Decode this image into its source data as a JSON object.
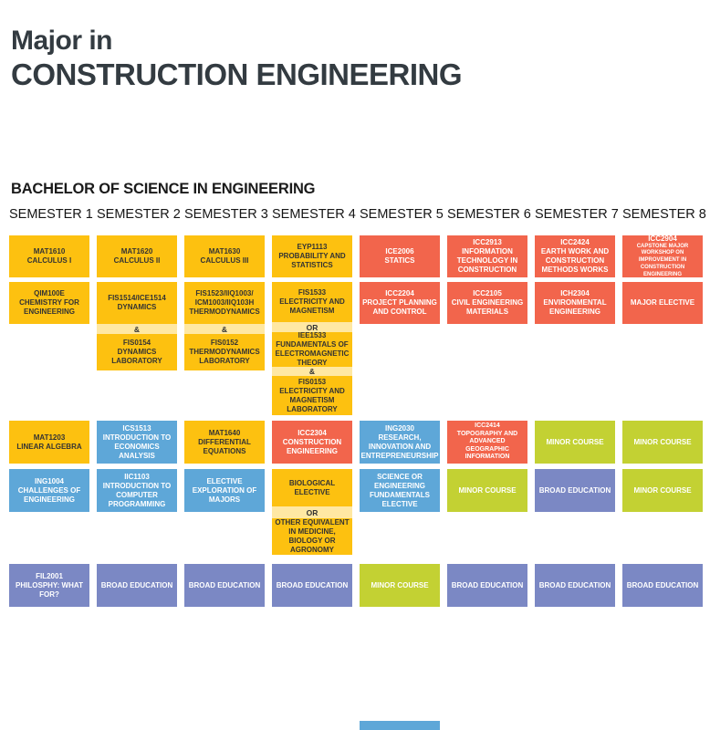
{
  "header": {
    "title_line1": "Major in",
    "title_line2": "CONSTRUCTION ENGINEERING",
    "subtitle": "BACHELOR OF SCIENCE IN ENGINEERING"
  },
  "separators": {
    "and": "&",
    "or": "OR"
  },
  "colors": {
    "yellow": "#FDC110",
    "orange": "#F2654C",
    "blue": "#5EA7D8",
    "green": "#C3D133",
    "purple": "#7B88C4",
    "separator_strip": "#FFE8A3",
    "title_text": "#333B41",
    "dark_card_text": "#333333",
    "light_card_text": "#FFFFFF"
  },
  "semesters": [
    {
      "label": "SEMESTER 1",
      "cards": [
        {
          "code": "MAT1610",
          "name": "CALCULUS I",
          "color": "yellow"
        },
        {
          "code": "QIM100E",
          "name": "CHEMISTRY FOR ENGINEERING",
          "color": "yellow"
        },
        {
          "code": "MAT1203",
          "name": "LINEAR ALGEBRA",
          "color": "yellow"
        },
        {
          "code": "ING1004",
          "name": "CHALLENGES OF ENGINEERING",
          "color": "blue"
        },
        {
          "code": "FIL2001",
          "name": "PHILOSPHY: WHAT FOR?",
          "color": "purple"
        }
      ]
    },
    {
      "label": "SEMESTER 2",
      "cards": [
        {
          "code": "MAT1620",
          "name": "CALCULUS II",
          "color": "yellow"
        },
        {
          "code": "FIS1514/ICE1514",
          "name": "DYNAMICS",
          "color": "yellow"
        },
        {
          "code": "FIS0154",
          "name": "DYNAMICS LABORATORY",
          "color": "yellow"
        },
        {
          "code": "ICS1513",
          "name": "INTRODUCTION TO ECONOMICS ANALYSIS",
          "color": "blue"
        },
        {
          "code": "IIC1103",
          "name": "INTRODUCTION TO COMPUTER PROGRAMMING",
          "color": "blue"
        },
        {
          "name": "BROAD EDUCATION",
          "color": "purple"
        }
      ]
    },
    {
      "label": "SEMESTER 3",
      "cards": [
        {
          "code": "MAT1630",
          "name": "CALCULUS III",
          "color": "yellow"
        },
        {
          "code": "FIS1523/IIQ1003/ ICM1003/IIQ103H",
          "name": "THERMODYNAMICS",
          "color": "yellow"
        },
        {
          "code": "FIS0152",
          "name": "THERMODYNAMICS LABORATORY",
          "color": "yellow"
        },
        {
          "code": "MAT1640",
          "name": "DIFFERENTIAL EQUATIONS",
          "color": "yellow"
        },
        {
          "name": "ELECTIVE EXPLORATION OF MAJORS",
          "color": "blue"
        },
        {
          "name": "BROAD EDUCATION",
          "color": "purple"
        }
      ]
    },
    {
      "label": "SEMESTER 4",
      "cards": [
        {
          "code": "EYP1113",
          "name": "PROBABILITY AND STATISTICS",
          "color": "yellow"
        },
        {
          "code": "FIS1533",
          "name": "ELECTRICITY AND MAGNETISM",
          "color": "yellow"
        },
        {
          "code": "IEE1533",
          "name": "FUNDAMENTALS OF ELECTROMAGNETIC THEORY",
          "color": "yellow"
        },
        {
          "code": "FIS0153",
          "name": "ELECTRICITY AND MAGNETISM LABORATORY",
          "color": "yellow"
        },
        {
          "code": "ICC2304",
          "name": "CONSTRUCTION ENGINEERING",
          "color": "orange"
        },
        {
          "name": "BIOLOGICAL ELECTIVE",
          "color": "yellow"
        },
        {
          "name": "OTHER EQUIVALENT IN MEDICINE, BIOLOGY OR AGRONOMY",
          "color": "yellow"
        },
        {
          "name": "BROAD EDUCATION",
          "color": "purple"
        }
      ]
    },
    {
      "label": "SEMESTER 5",
      "cards": [
        {
          "code": "ICE2006",
          "name": "STATICS",
          "color": "orange"
        },
        {
          "code": "ICC2204",
          "name": "PROJECT PLANNING AND CONTROL",
          "color": "orange"
        },
        {
          "code": "ING2030",
          "name": "RESEARCH, INNOVATION AND ENTREPRENEURSHIP",
          "color": "blue"
        },
        {
          "name": "SCIENCE OR ENGINEERING FUNDAMENTALS ELECTIVE",
          "color": "blue"
        },
        {
          "name": "MINOR COURSE",
          "color": "green"
        },
        {
          "name": "",
          "color": "blue",
          "partial": true
        }
      ]
    },
    {
      "label": "SEMESTER 6",
      "cards": [
        {
          "code": "ICC2913",
          "name": "INFORMATION TECHNOLOGY IN CONSTRUCTION",
          "color": "orange"
        },
        {
          "code": "ICC2105",
          "name": "CIVIL ENGINEERING MATERIALS",
          "color": "orange"
        },
        {
          "code": "ICC2414",
          "name": "TOPOGRAPHY AND ADVANCED GEOGRAPHIC INFORMATION",
          "color": "orange"
        },
        {
          "name": "MINOR COURSE",
          "color": "green"
        },
        {
          "name": "BROAD EDUCATION",
          "color": "purple"
        }
      ]
    },
    {
      "label": "SEMESTER 7",
      "cards": [
        {
          "code": "ICC2424",
          "name": "EARTH WORK AND CONSTRUCTION METHODS WORKS",
          "color": "orange"
        },
        {
          "code": "ICH2304",
          "name": "ENVIRONMENTAL ENGINEERING",
          "color": "orange"
        },
        {
          "name": "MINOR COURSE",
          "color": "green"
        },
        {
          "name": "BROAD EDUCATION",
          "color": "purple"
        },
        {
          "name": "BROAD EDUCATION",
          "color": "purple"
        }
      ]
    },
    {
      "label": "SEMESTER 8",
      "cards": [
        {
          "code": "ICC2904",
          "name": "CAPSTONE MAJOR WORKSHOP ON IMPROVEMENT IN CONSTRUCTION ENGINEERING",
          "color": "orange"
        },
        {
          "name": "MAJOR ELECTIVE",
          "color": "orange"
        },
        {
          "name": "MINOR COURSE",
          "color": "green"
        },
        {
          "name": "MINOR COURSE",
          "color": "green"
        },
        {
          "name": "BROAD EDUCATION",
          "color": "purple"
        }
      ]
    }
  ]
}
